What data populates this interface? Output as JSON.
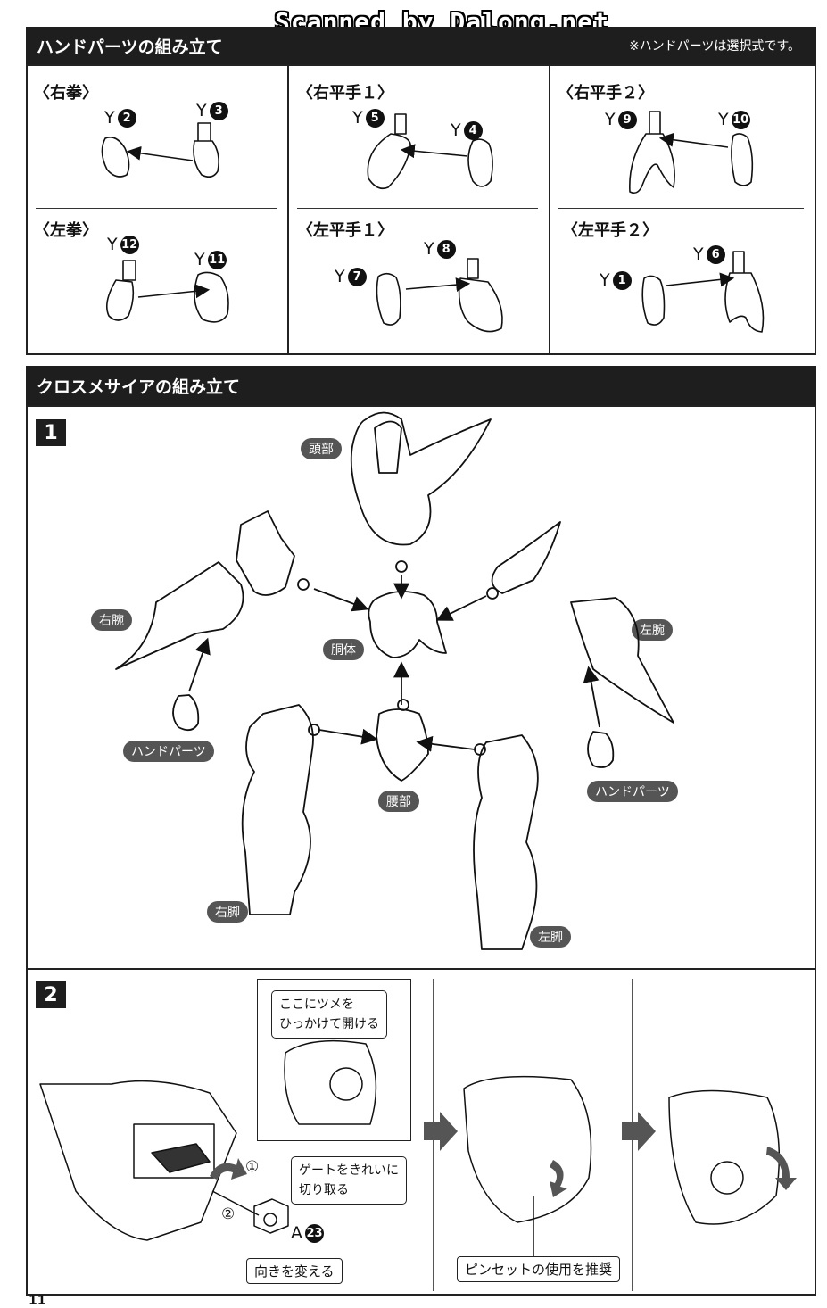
{
  "watermark": "Scanned by Dalong.net",
  "hand_section": {
    "title": "ハンドパーツの組み立て",
    "note": "※ハンドパーツは選択式です。",
    "cells": [
      {
        "title": "〈右拳〉",
        "labels": [
          {
            "letter": "Y",
            "num": "2"
          },
          {
            "letter": "Y",
            "num": "3"
          }
        ]
      },
      {
        "title": "〈右平手１〉",
        "labels": [
          {
            "letter": "Y",
            "num": "5"
          },
          {
            "letter": "Y",
            "num": "4"
          }
        ]
      },
      {
        "title": "〈右平手２〉",
        "labels": [
          {
            "letter": "Y",
            "num": "9"
          },
          {
            "letter": "Y",
            "num": "10"
          }
        ]
      },
      {
        "title": "〈左拳〉",
        "labels": [
          {
            "letter": "Y",
            "num": "12"
          },
          {
            "letter": "Y",
            "num": "11"
          }
        ]
      },
      {
        "title": "〈左平手１〉",
        "labels": [
          {
            "letter": "Y",
            "num": "7"
          },
          {
            "letter": "Y",
            "num": "8"
          }
        ]
      },
      {
        "title": "〈左平手２〉",
        "labels": [
          {
            "letter": "Y",
            "num": "1"
          },
          {
            "letter": "Y",
            "num": "6"
          }
        ]
      }
    ]
  },
  "assembly_section": {
    "title": "クロスメサイアの組み立て",
    "step1": {
      "num": "1",
      "labels": {
        "head": "頭部",
        "torso": "胴体",
        "right_arm": "右腕",
        "left_arm": "左腕",
        "waist": "腰部",
        "hand_left": "ハンドパーツ",
        "hand_right": "ハンドパーツ",
        "right_leg": "右脚",
        "left_leg": "左脚"
      }
    },
    "step2": {
      "num": "2",
      "callout_tab": "ここにツメを\nひっかけて開ける",
      "callout_gate": "ゲートをきれいに\n切り取る",
      "mark1": "①",
      "mark2": "②",
      "part_label": {
        "letter": "A",
        "num": "23"
      },
      "change_direction": "向きを変える",
      "tweezers": "ピンセットの使用を推奨"
    }
  },
  "page_number": "11"
}
